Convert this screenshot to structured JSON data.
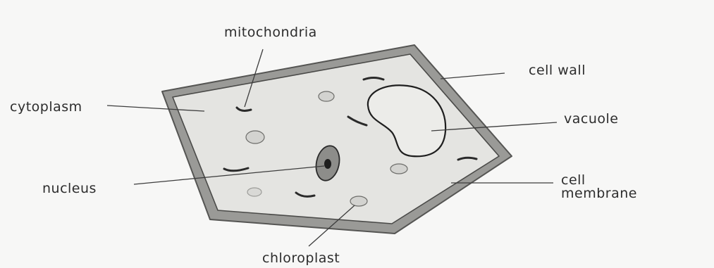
{
  "labels": {
    "mitochondria": "mitochondria",
    "cell_wall": "cell wall",
    "cytoplasm": "cytoplasm",
    "vacuole": "vacuole",
    "nucleus": "nucleus",
    "cell_membrane_line1": "cell",
    "cell_membrane_line2": "membrane",
    "chloroplast": "chloroplast"
  },
  "colors": {
    "background": "#f7f7f6",
    "cell_wall": "#8f8f8c",
    "cytoplasm": "#e4e4e1",
    "pencil": "#2d2d2d"
  }
}
